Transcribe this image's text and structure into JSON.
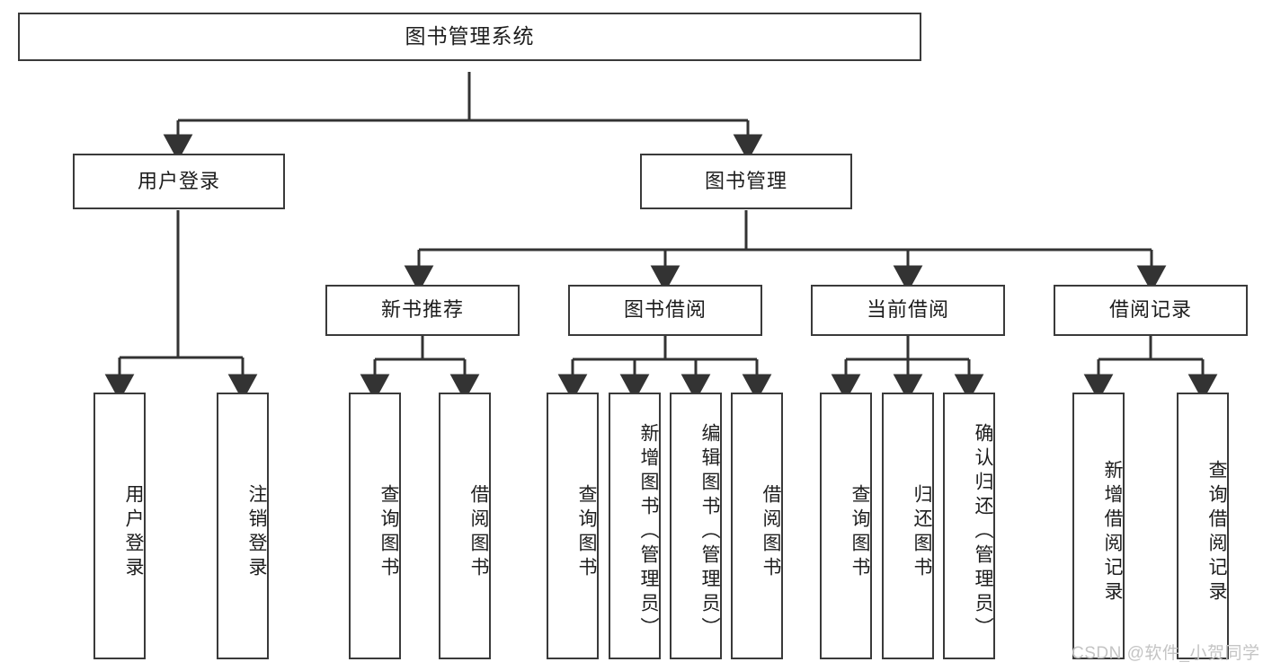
{
  "diagram": {
    "type": "tree-hierarchy",
    "title": "图书管理系统",
    "watermark": "CSDN @软件_小贺同学",
    "levels": [
      {
        "name": "root",
        "nodes": [
          {
            "id": "root",
            "label": "图书管理系统"
          }
        ]
      },
      {
        "name": "level-2",
        "nodes": [
          {
            "id": "user-login",
            "label": "用户登录"
          },
          {
            "id": "book-manage",
            "label": "图书管理"
          }
        ]
      },
      {
        "name": "level-3",
        "nodes": [
          {
            "id": "new-book-recommend",
            "label": "新书推荐"
          },
          {
            "id": "book-borrow",
            "label": "图书借阅"
          },
          {
            "id": "current-borrow",
            "label": "当前借阅"
          },
          {
            "id": "borrow-record",
            "label": "借阅记录"
          }
        ]
      },
      {
        "name": "leaves",
        "nodes": [
          {
            "id": "leaf-user-login",
            "label": "用户登录",
            "parent": "user-login"
          },
          {
            "id": "leaf-logout",
            "label": "注销登录",
            "parent": "user-login"
          },
          {
            "id": "leaf-query-book-1",
            "label": "查询图书",
            "parent": "new-book-recommend"
          },
          {
            "id": "leaf-borrow-book-1",
            "label": "借阅图书",
            "parent": "new-book-recommend"
          },
          {
            "id": "leaf-query-book-2",
            "label": "查询图书",
            "parent": "book-borrow"
          },
          {
            "id": "leaf-add-book",
            "label": "新增图书（管理员）",
            "parent": "book-borrow"
          },
          {
            "id": "leaf-edit-book",
            "label": "编辑图书（管理员）",
            "parent": "book-borrow"
          },
          {
            "id": "leaf-borrow-book-2",
            "label": "借阅图书",
            "parent": "book-borrow"
          },
          {
            "id": "leaf-query-book-3",
            "label": "查询图书",
            "parent": "current-borrow"
          },
          {
            "id": "leaf-return-book",
            "label": "归还图书",
            "parent": "current-borrow"
          },
          {
            "id": "leaf-confirm-return",
            "label": "确认归还（管理员）",
            "parent": "current-borrow"
          },
          {
            "id": "leaf-add-record",
            "label": "新增借阅记录",
            "parent": "borrow-record"
          },
          {
            "id": "leaf-query-record",
            "label": "查询借阅记录",
            "parent": "borrow-record"
          }
        ]
      }
    ],
    "colors": {
      "border": "#3a3a3a",
      "background": "#ffffff",
      "text": "#1d1d1d",
      "connector": "#333333",
      "watermark": "#c4c4c4"
    }
  }
}
